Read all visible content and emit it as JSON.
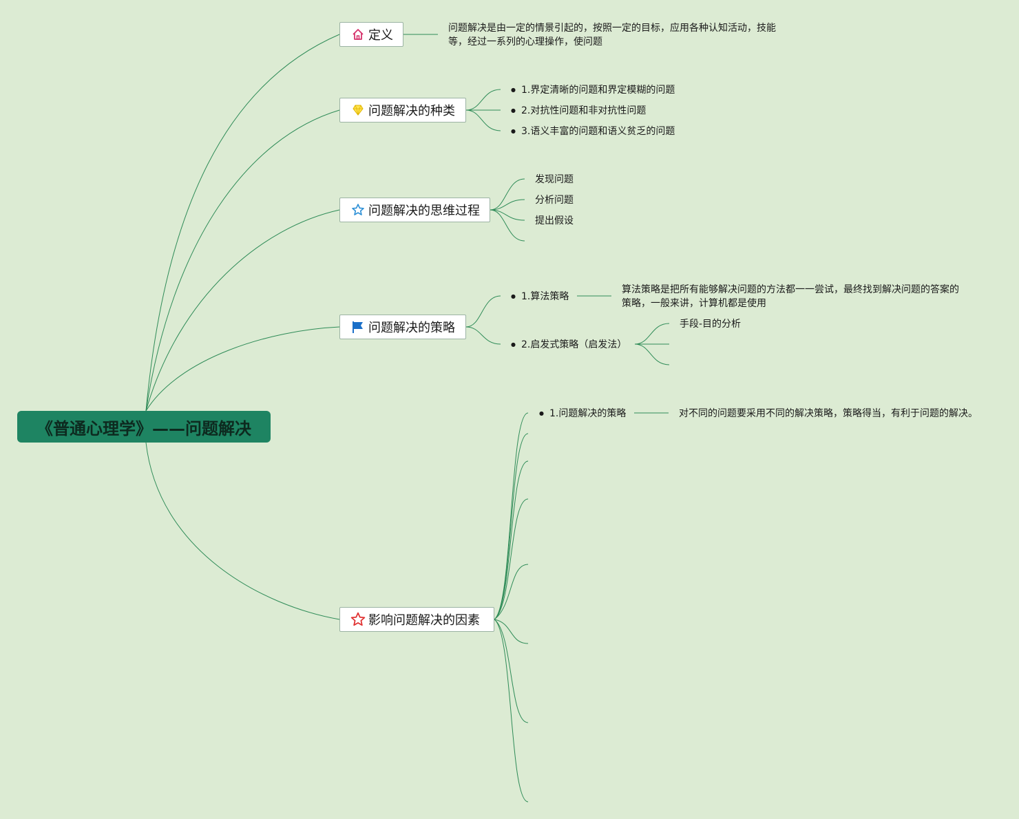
{
  "root": {
    "title": "《普通心理学》——问题解决"
  },
  "branches": [
    {
      "label": "定义",
      "icon": "house-icon",
      "note_lines": [
        "问题解决是由一定的情景引起的，按照一定的目标，应用各种认知活动，技能",
        "等，经过一系列的心理操作，使问题"
      ]
    },
    {
      "label": "问题解决的种类",
      "icon": "diamond-icon",
      "items": [
        "1.界定清晰的问题和界定模糊的问题",
        "2.对抗性问题和非对抗性问题",
        "3.语义丰富的问题和语义贫乏的问题"
      ]
    },
    {
      "label": "问题解决的思维过程",
      "icon": "star-outline-icon",
      "items": [
        "发现问题",
        "分析问题",
        "提出假设"
      ]
    },
    {
      "label": "问题解决的策略",
      "icon": "flag-icon",
      "items": [
        {
          "label": "1.算法策略",
          "note_lines": [
            "算法策略是把所有能够解决问题的方法都一一尝试，最终找到解决问题的答案的",
            "策略，一般来讲，计算机都是使用"
          ]
        },
        {
          "label": "2.启发式策略（启发法）",
          "children": [
            "手段-目的分析"
          ]
        }
      ]
    },
    {
      "label": "影响问题解决的因素",
      "icon": "star-red-icon",
      "items": [
        {
          "label": "1.问题解决的策略",
          "note": "对不同的问题要采用不同的解决策略，策略得当，有利于问题的解决。"
        }
      ]
    }
  ],
  "colors": {
    "background": "#dcebd3",
    "root_fill": "#1e8462",
    "connector": "#2e8b57",
    "node_fill": "#ffffff"
  }
}
